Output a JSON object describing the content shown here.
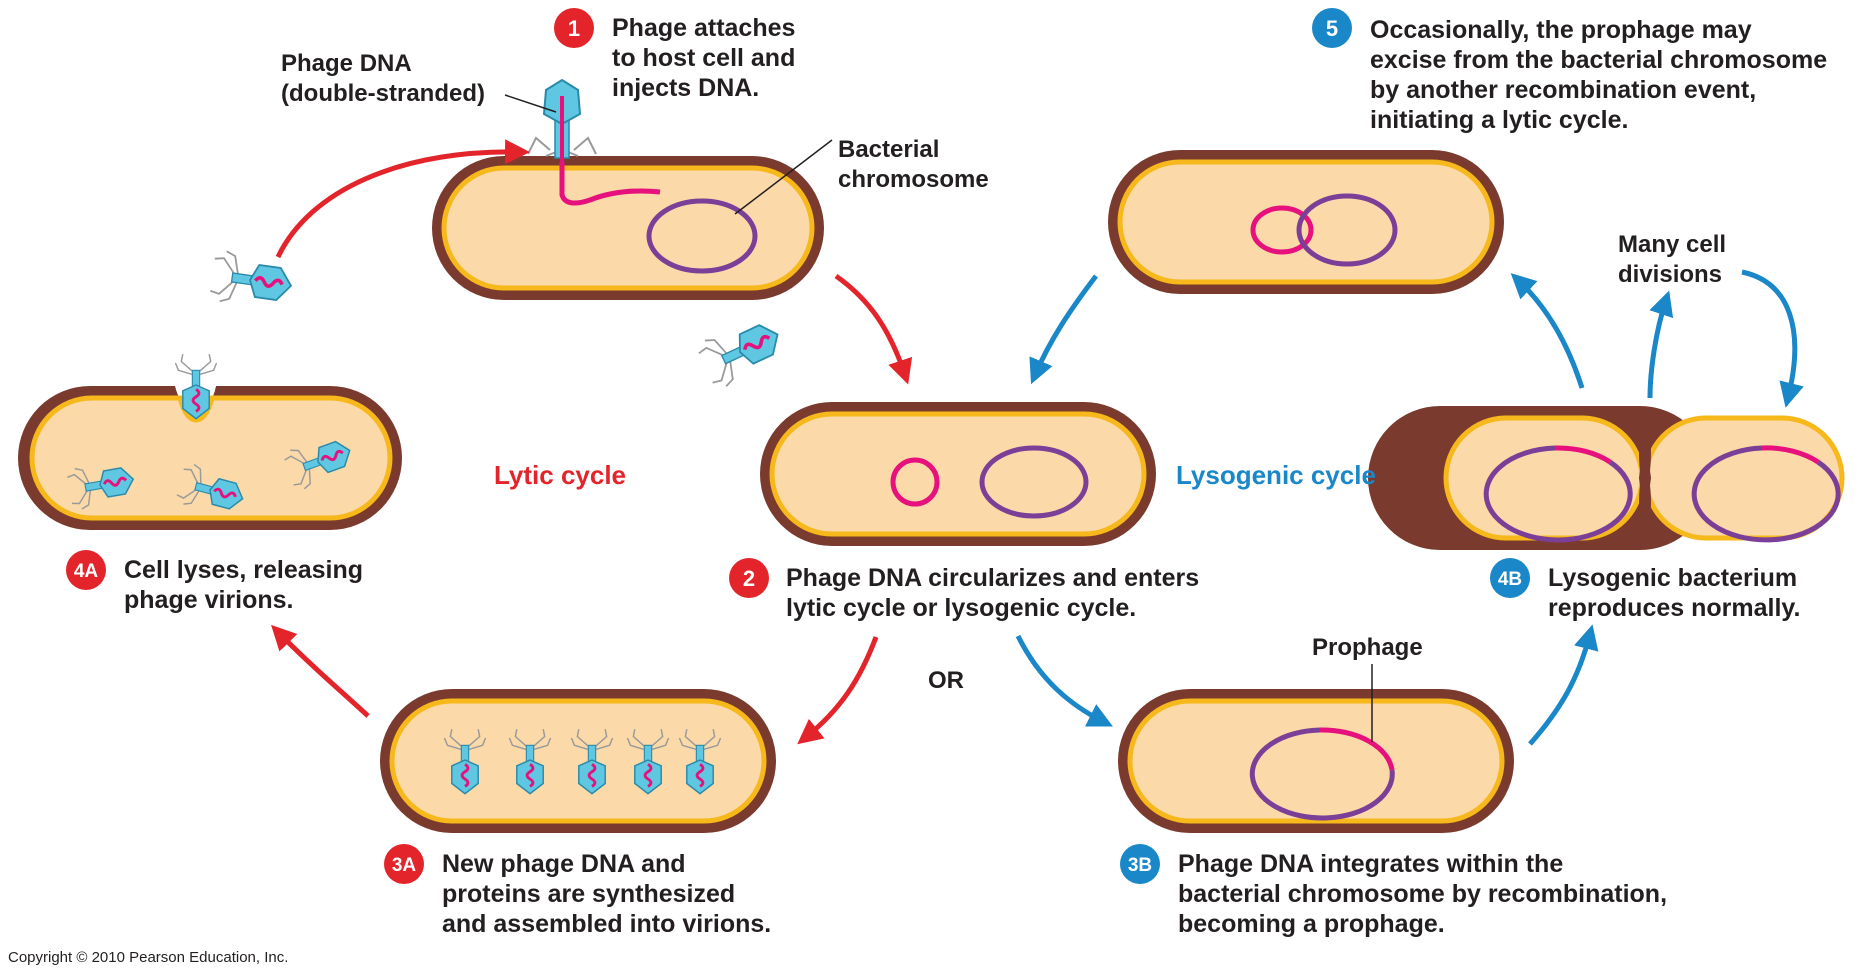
{
  "colors": {
    "lytic": "#e3242b",
    "lysogenic": "#1a87c9",
    "cell_wall": "#7a3b2e",
    "cell_membrane": "#f6b81a",
    "cytoplasm": "#fbd9a8",
    "phage_dna": "#e6117d",
    "bacterial_chromosome": "#7b3f98",
    "phage_capsid": "#5fc7e2"
  },
  "labels": {
    "phage_dna_1": "Phage DNA",
    "phage_dna_2": "(double-stranded)",
    "bacterial_chromosome_1": "Bacterial",
    "bacterial_chromosome_2": "chromosome",
    "lytic_cycle": "Lytic cycle",
    "lysogenic_cycle": "Lysogenic cycle",
    "or": "OR",
    "prophage": "Prophage",
    "many_cell_1": "Many cell",
    "many_cell_2": "divisions",
    "copyright": "Copyright © 2010 Pearson Education, Inc."
  },
  "steps": {
    "s1": {
      "badge": "1",
      "lines": [
        "Phage attaches",
        "to host cell and",
        "injects DNA."
      ]
    },
    "s2": {
      "badge": "2",
      "lines": [
        "Phage DNA circularizes and enters",
        "lytic cycle or lysogenic cycle."
      ]
    },
    "s3a": {
      "badge": "3A",
      "lines": [
        "New phage DNA and",
        "proteins are synthesized",
        "and assembled into virions."
      ]
    },
    "s4a": {
      "badge": "4A",
      "lines": [
        "Cell lyses, releasing",
        "phage virions."
      ]
    },
    "s3b": {
      "badge": "3B",
      "lines": [
        "Phage DNA integrates within the",
        "bacterial chromosome by recombination,",
        "becoming a prophage."
      ]
    },
    "s4b": {
      "badge": "4B",
      "lines": [
        "Lysogenic bacterium",
        "reproduces normally."
      ]
    },
    "s5": {
      "badge": "5",
      "lines": [
        "Occasionally, the prophage may",
        "excise from the bacterial chromosome",
        "by another recombination event,",
        "initiating a lytic cycle."
      ]
    }
  }
}
